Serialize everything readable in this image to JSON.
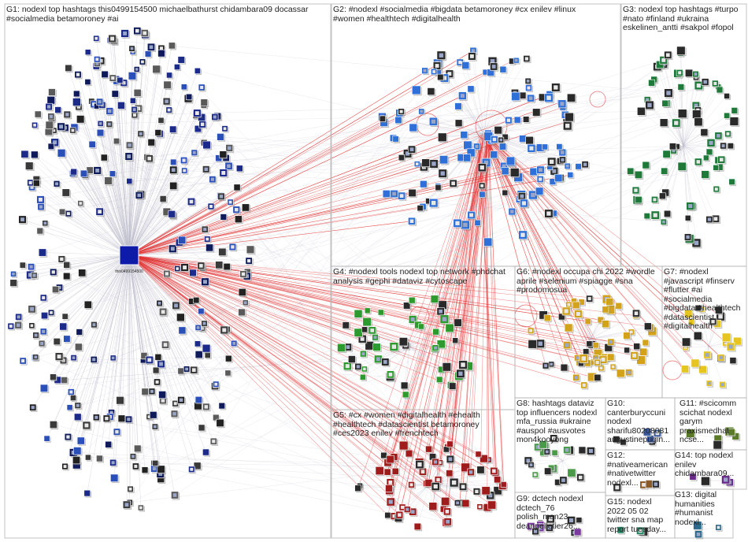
{
  "colors": {
    "background": "#ffffff",
    "box_border": "#b5b5b5",
    "edge_gray": "#b9b9c9",
    "edge_red": "#e33030",
    "label_text": "#222222",
    "g1_node": "#1c2a8a",
    "g2_node": "#2f6fd8",
    "g3_node": "#1f7a3a",
    "g4_node": "#2d9a2d",
    "g5_node": "#a01c1c",
    "g6_node": "#d1a21a",
    "g7_node": "#e7c520",
    "g8_node": "#4a9a4a",
    "g9_node": "#7a3aa0"
  },
  "groups": [
    {
      "id": "g1",
      "label": "G1: nodexl top hashtags this0499154500 michaelbathurst chidambara09 docassar\n#socialmedia betamoroney #ai"
    },
    {
      "id": "g2",
      "label": "G2: #nodexl #socialmedia #bigdata betamoroney #cx enilev #linux\n#women #healthtech #digitalhealth"
    },
    {
      "id": "g3",
      "label": "G3: nodexl top hashtags #turpo\n#nato #finland #ukraina\neskelinen_antti #sakpol #fopol"
    },
    {
      "id": "g4",
      "label": "G4: #nodexl tools nodexl top network #phdchat\nanalysis #gephi #dataviz #cytoscape"
    },
    {
      "id": "g5",
      "label": "G5: #cx #women #digitalhealth #ehealth\n#healthtech #datascientist betamoroney\n#ces2023 enilev #frenchtech"
    },
    {
      "id": "g6",
      "label": "G6: #nodexl occupa chi 2022 #wordle\naprile #selenium #spiagge #sna\n#prodomosua"
    },
    {
      "id": "g7",
      "label": "G7: #nodexl\n#javascript #finserv\n#flutter #ai\n#socialmedia\n#bigdata #healthtech\n#datascientist\n#digitalhealth"
    },
    {
      "id": "g8",
      "label": "G8: hashtags dataviz\ntop influencers nodexl\nmfa_russia #ukraine\n#auspol #ausvotes\nmon4kooyong"
    },
    {
      "id": "g9",
      "label": "G9: dctech nodexl\ndctech_76\npolish_man23\ndeanpelletier26..."
    },
    {
      "id": "g10",
      "label": "G10:\ncanterburyccuni\nnodexl\nsharifu80208081\naugustinepugin..."
    },
    {
      "id": "g11",
      "label": "G11: #scicomm\nscichat nodexl\ngarym\npraxismedhat\nncse..."
    },
    {
      "id": "g12",
      "label": "G12:\n#nativeamerican\n#nativetwitter\nnodexl..."
    },
    {
      "id": "g13",
      "label": "G13: digital\nhumanities\n#humanist\nnodexl..."
    },
    {
      "id": "g14",
      "label": "G14: top nodexl\nenilev\nchidambara09..."
    },
    {
      "id": "g15",
      "label": "G15: nodexl\n2022 05 02\ntwitter sna map\nreport tuesday..."
    }
  ],
  "hub_labels": {
    "g1_hub": "this0499154500"
  }
}
